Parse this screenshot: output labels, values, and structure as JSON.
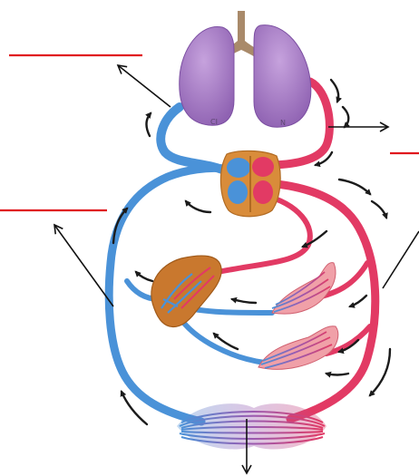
{
  "diagram": {
    "type": "circulatory-system",
    "lung_labels": [
      "CI",
      "N"
    ],
    "colors": {
      "oxygenated": "#e23a64",
      "deoxygenated": "#4a92d8",
      "heart": "#d98c3a",
      "liver": "#c9782e",
      "lungs": "#a57bc4",
      "trachea": "#a98a6a",
      "label_line": "#e0161e",
      "arrow": "#111111"
    },
    "blank_label_lines": 3,
    "pointer_arrows": 4,
    "flow_arrows": 16
  }
}
